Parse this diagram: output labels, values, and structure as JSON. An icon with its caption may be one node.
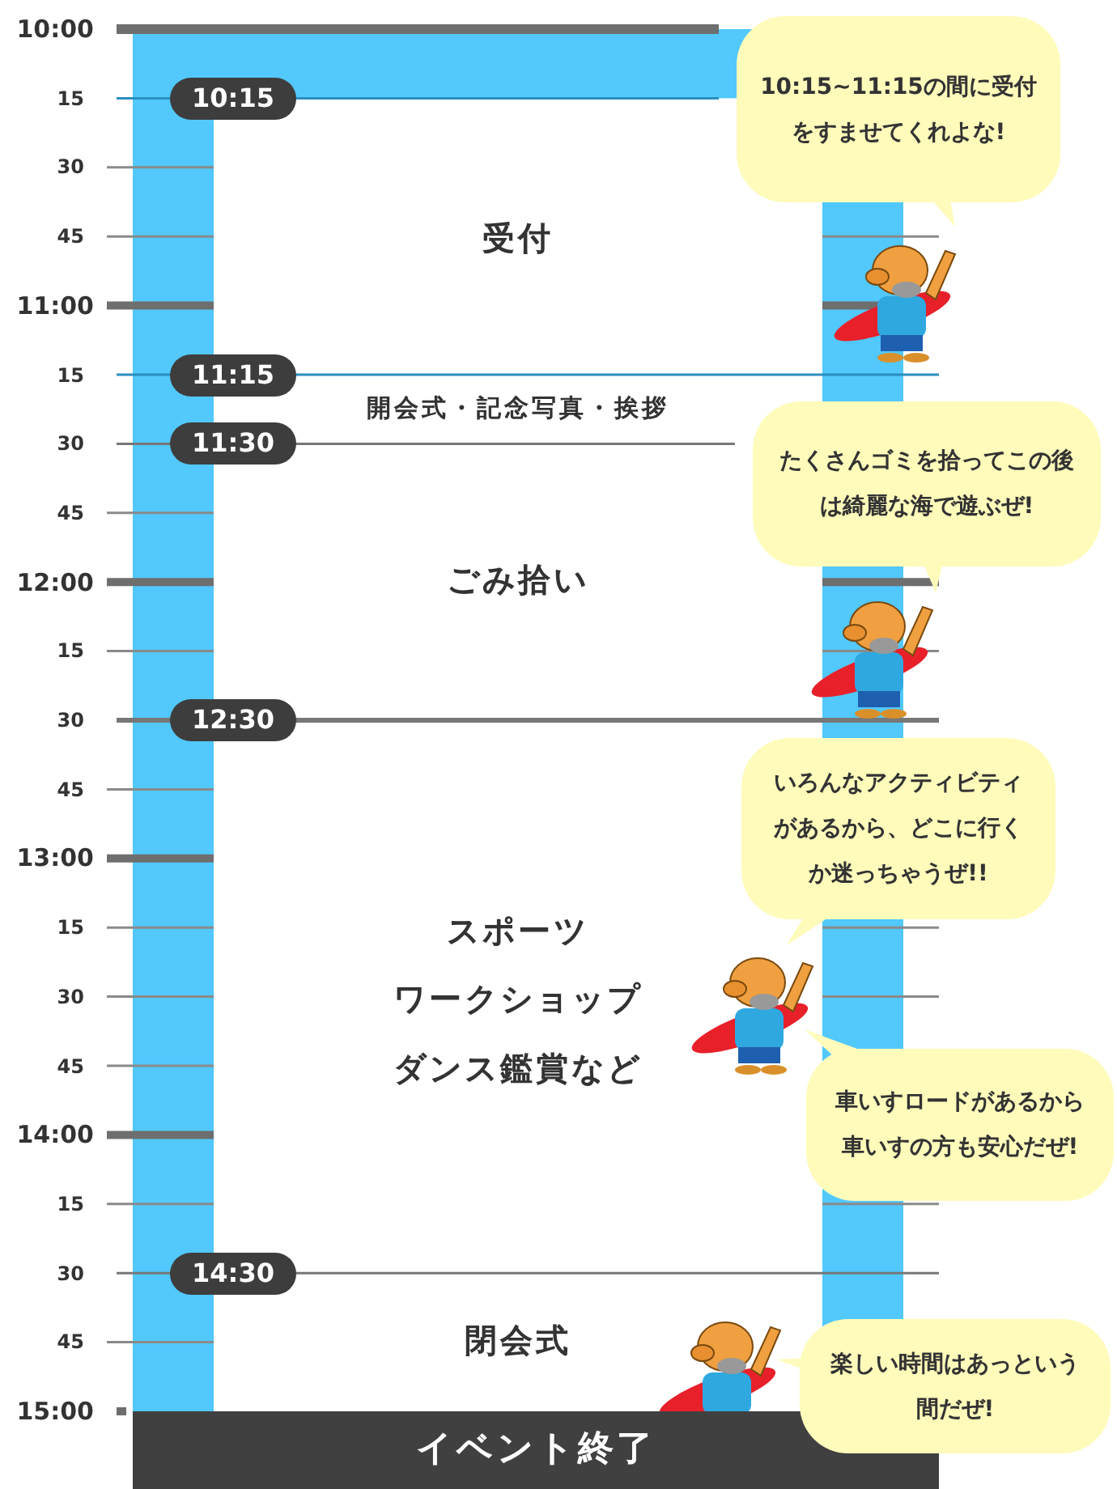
{
  "diagram": {
    "nodes": [
      {
        "text": [
          "10:15"
        ]
      },
      {
        "text": [
          "10:15~11:15の間に受付をすませてくれよな!"
        ]
      },
      {
        "text": [
          "11:15"
        ]
      },
      {
        "text": [
          "11:30"
        ]
      },
      {
        "text": [
          "たくさんゴミを拾ってこの後は綺麗な海で遊ぶぜ!"
        ]
      },
      {
        "text": [
          "12:30"
        ]
      },
      {
        "text": [
          "いろんなアクティビティがあるから、どこに行くか迷っちゃうぜ!!"
        ]
      },
      {
        "text": [
          "車いすロードがあるから車いすの方も安心だぜ!"
        ]
      },
      {
        "text": [
          "14:30"
        ]
      },
      {
        "text": [
          "楽しい時間はあっという間だぜ!"
        ]
      },
      {
        "text": [
          "イベント終了"
        ]
      }
    ],
    "labels": [
      "10:00",
      "15",
      "30",
      "45",
      "11:00",
      "15",
      "30",
      "45",
      "12:00",
      "15",
      "30",
      "45",
      "13:00",
      "15",
      "30",
      "45",
      "14:00",
      "15",
      "30",
      "45",
      "15:00",
      "受付",
      "開会式・記念写真・挨拶",
      "ごみ拾い",
      "スポーツ",
      "ワークショップ",
      "ダンス鑑賞など",
      "閉会式"
    ]
  }
}
